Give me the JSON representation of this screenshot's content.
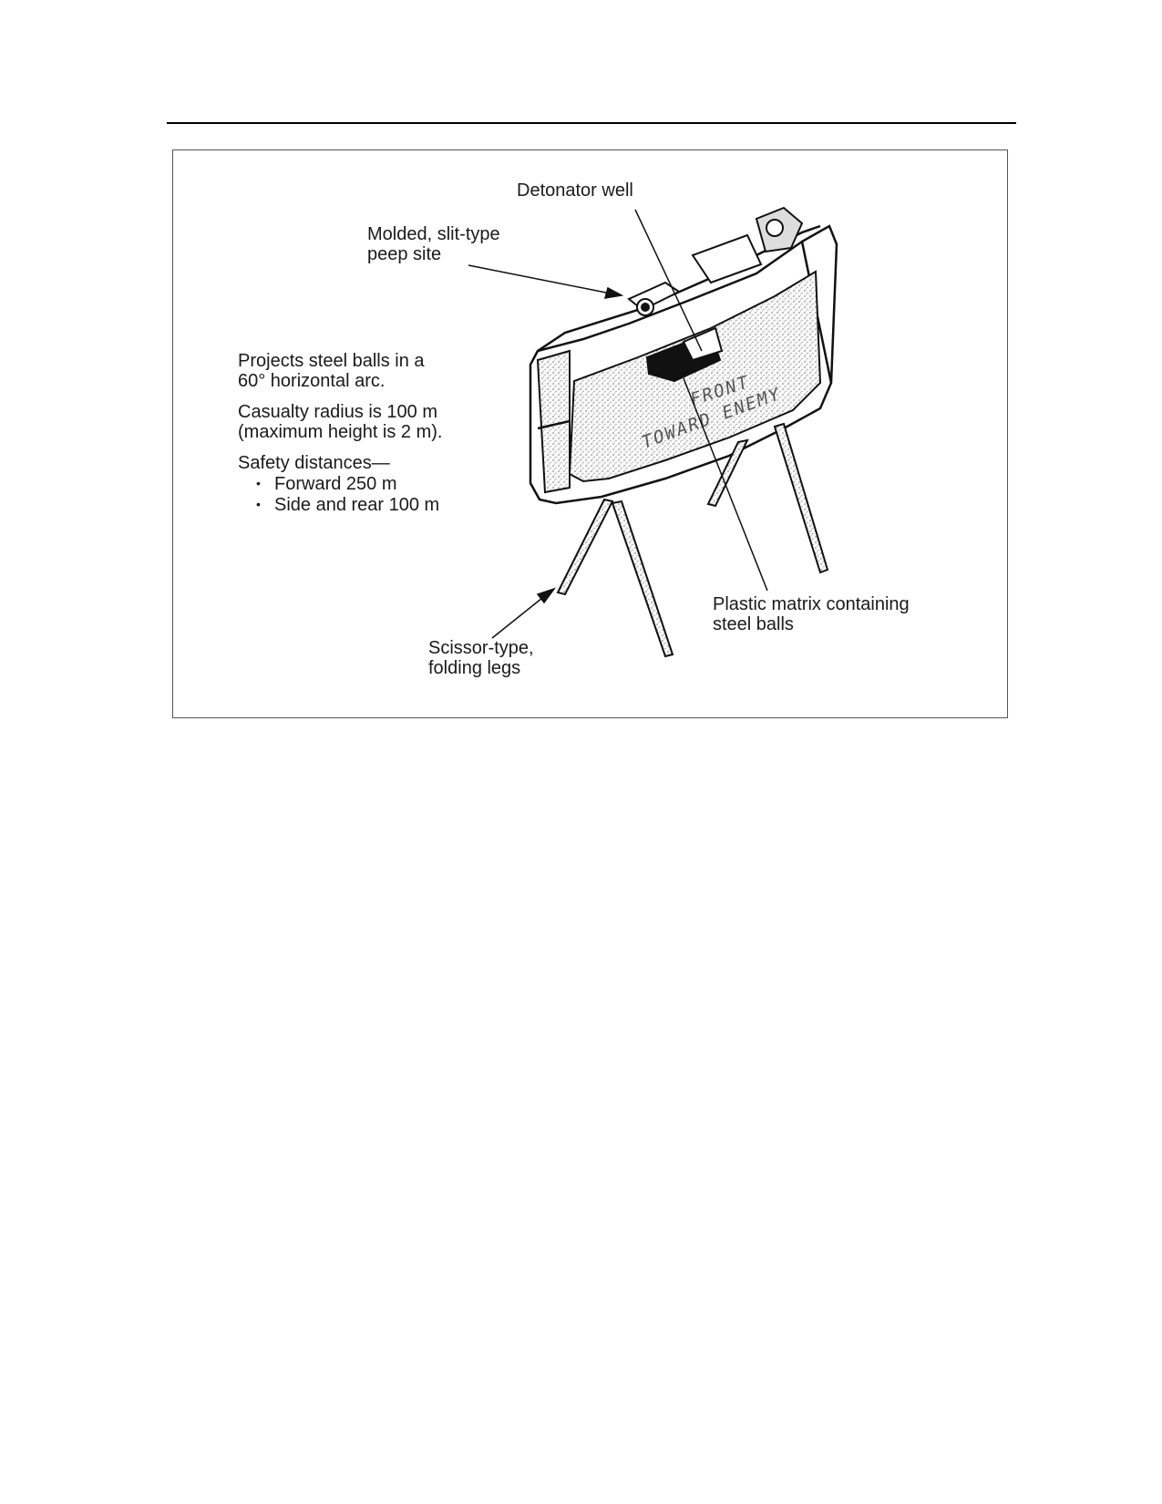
{
  "labels": {
    "detonator_well": "Detonator well",
    "peep_site": "Molded, slit-type\npeep site",
    "plastic_matrix": "Plastic matrix containing\nsteel balls",
    "legs": "Scissor-type,\nfolding legs"
  },
  "notes": {
    "projects": "Projects steel balls in a\n60° horizontal arc.",
    "casualty": "Casualty radius is 100 m\n(maximum height is 2 m).",
    "safety_heading": "Safety distances—",
    "safety_items": [
      "Forward 250 m",
      "Side and rear 100 m"
    ]
  },
  "mine_markings": {
    "line1": "FRONT",
    "line2": "TOWARD ENEMY"
  }
}
